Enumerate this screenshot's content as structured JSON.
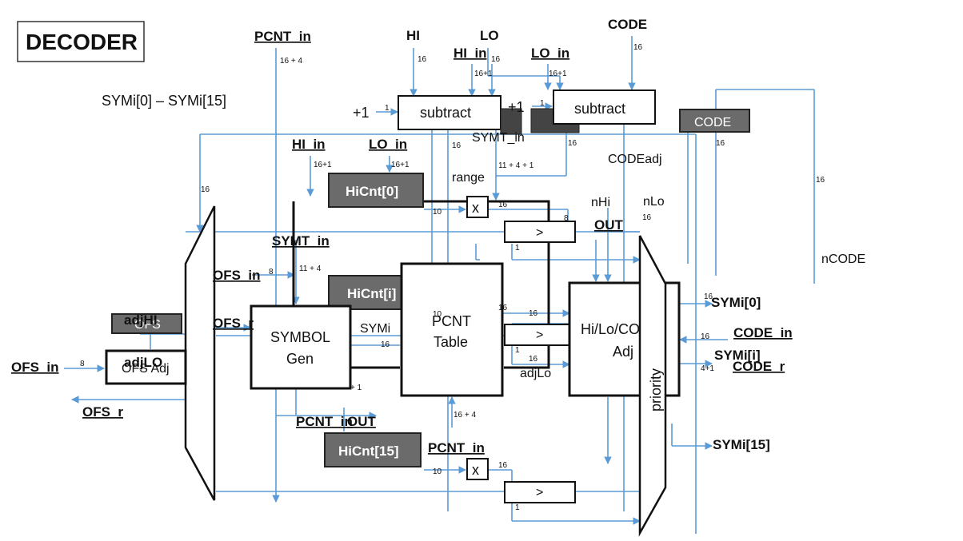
{
  "title": "DECODER",
  "symi_range": "SYMi[0] – SYMi[15]",
  "top_inputs": {
    "pcnt_in": "PCNT_in",
    "hi": "HI",
    "lo": "LO",
    "hi_in": "HI_in",
    "lo_in": "LO_in",
    "code": "CODE"
  },
  "subtract_blocks": {
    "left": "subtract",
    "right": "subtract",
    "plus_one_left": "+1",
    "plus_one_right": "+1"
  },
  "code_reg": "CODE",
  "symt_in_top": "SYMT_in",
  "codeadj": "CODEadj",
  "range": "range",
  "nhi": "nHi",
  "nlo": "nLo",
  "ncode": "nCODE",
  "inner": {
    "hi_in": "HI_in",
    "lo_in": "LO_in",
    "symt_in": "SYMT_in",
    "ofs_in": "OFS_in",
    "ofs_r": "OFS_r"
  },
  "hicnt": [
    "HiCnt[0]",
    "HiCnt[i]",
    "HiCnt[15]"
  ],
  "multiplier": "x",
  "comparator": ">",
  "out": "OUT",
  "pcnt_in_bottom": "PCNT_in",
  "pcnt_in_lower": "PCNT_in",
  "out_lower": "OUT",
  "symbol_gen": [
    "SYMBOL",
    "Gen"
  ],
  "symi_label": "SYMi",
  "pcnt_table": [
    "PCNT",
    "Table"
  ],
  "hilo_adj": [
    "Hi/Lo/CODE",
    "Adj"
  ],
  "adjlo": "adjLo",
  "priority": "priority",
  "ofs_block": "OFS",
  "ofs_adj": "OFS Adj",
  "adjhi_left": "adjHI",
  "adjlo_left": "adjLO",
  "left_ofs_in": "OFS_in",
  "left_ofs_r": "OFS_r",
  "outputs": {
    "symi0": "SYMi[0]",
    "code_in": "CODE_in",
    "symii": "SYMi[i]",
    "code_r": "CODE_r",
    "symi15": "SYMi[15]"
  },
  "widths": {
    "w16": "16",
    "w16p4": "16 + 4",
    "w16p1": "16+1",
    "w11p4p1": "11 + 4 + 1",
    "w11p4": "11 + 4",
    "w10": "10",
    "w8": "8",
    "w1": "1",
    "w4p1": "4+1",
    "w_plus1": "+ 1"
  },
  "colors": {
    "wire": "#5b9bd5",
    "block_dark": "#6b6b6b",
    "block_darker": "#444444"
  }
}
